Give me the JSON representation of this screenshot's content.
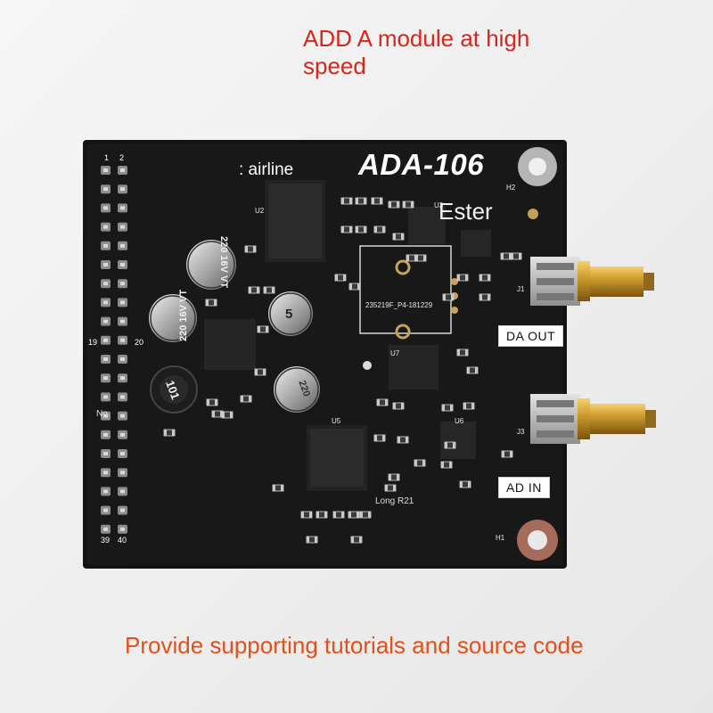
{
  "headline": "ADD A module at high speed",
  "footer": "Provide supporting tutorials and source code",
  "board": {
    "title": "ADA-106",
    "pcb_color": "#141414",
    "silkscreen_color": "#ffffff",
    "watermarks": [
      ": airline",
      "Ester",
      "No.",
      "Long R21"
    ],
    "header_pin_labels": [
      "1",
      "2",
      "19",
      "20",
      "39",
      "40"
    ],
    "ports": {
      "output_label": "DA OUT",
      "input_label": "AD IN",
      "output_ref": "J1",
      "input_ref": "J3"
    },
    "chip_labels": [
      "U2",
      "U3",
      "U5",
      "U6",
      "U7"
    ],
    "capacitor_markings": [
      "220 16V VT",
      "220 16V VT",
      "5",
      "220"
    ],
    "inductor_marking": "101",
    "crystal_marking": "235219F_P4-181229",
    "mount_hole_labels": [
      "H2",
      "H1"
    ]
  }
}
